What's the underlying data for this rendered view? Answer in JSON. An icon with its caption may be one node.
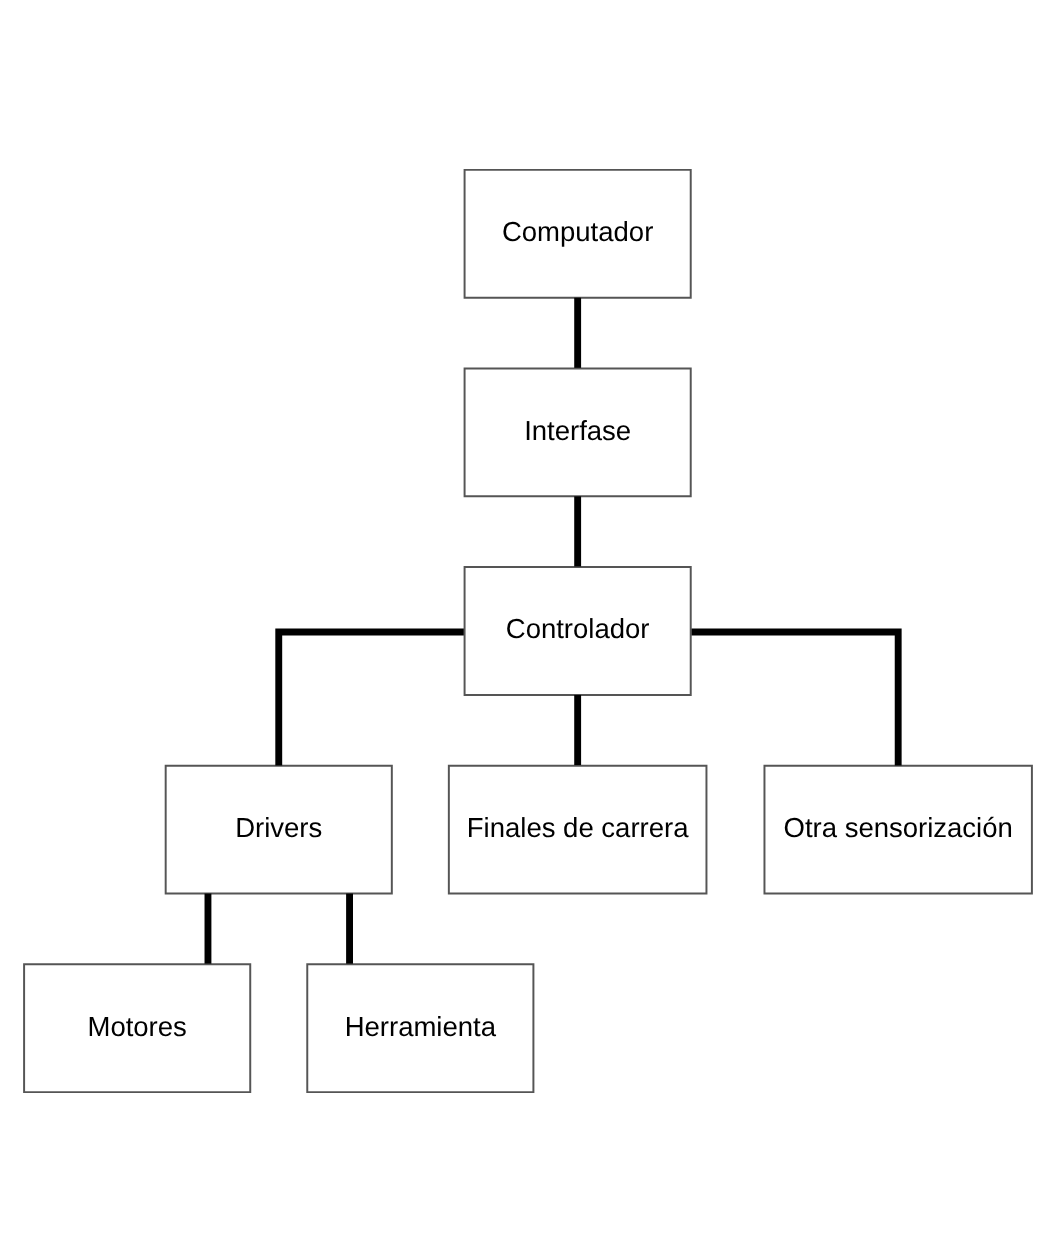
{
  "diagram": {
    "nodes": [
      {
        "text": [
          "Computador"
        ]
      },
      {
        "text": [
          "Interfase"
        ]
      },
      {
        "text": [
          "Controlador"
        ]
      },
      {
        "text": [
          "Drivers"
        ]
      },
      {
        "text": [
          "Finales de carrera"
        ]
      },
      {
        "text": [
          "Otra sensorización"
        ]
      },
      {
        "text": [
          "Motores"
        ]
      },
      {
        "text": [
          "Herramienta"
        ]
      }
    ],
    "edges": [
      {
        "from": 0,
        "to": 1,
        "arrow": "none"
      },
      {
        "from": 1,
        "to": 2,
        "arrow": "none"
      },
      {
        "from": 2,
        "to": 3,
        "arrow": "none"
      },
      {
        "from": 2,
        "to": 4,
        "arrow": "none"
      },
      {
        "from": 2,
        "to": 5,
        "arrow": "none"
      },
      {
        "from": 3,
        "to": 6,
        "arrow": "none"
      },
      {
        "from": 3,
        "to": 7,
        "arrow": "none"
      }
    ]
  }
}
